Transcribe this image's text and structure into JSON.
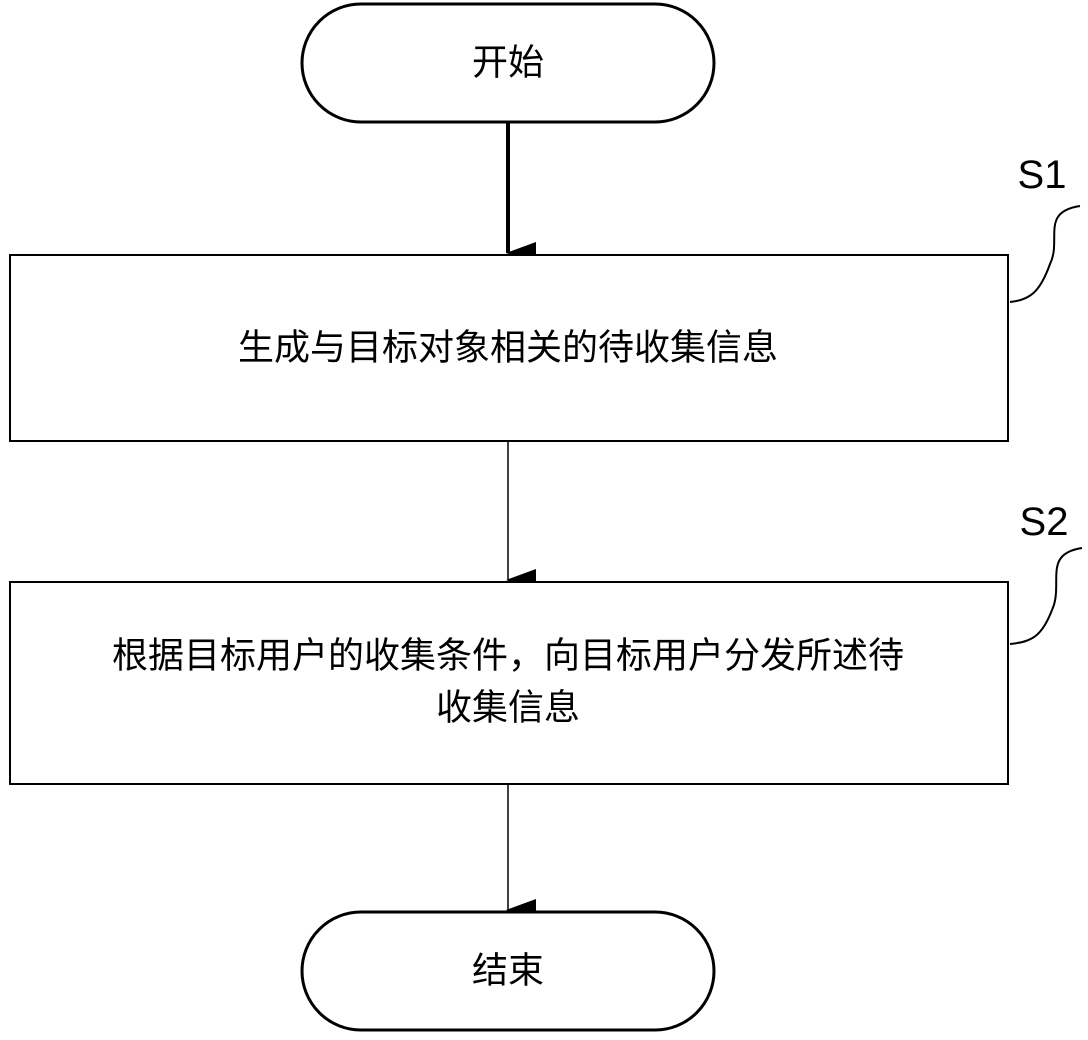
{
  "flowchart": {
    "start": {
      "label": "开始"
    },
    "steps": [
      {
        "id": "S1",
        "label": "S1",
        "lines": [
          "生成与目标对象相关的待收集信息"
        ]
      },
      {
        "id": "S2",
        "label": "S2",
        "lines": [
          "根据目标用户的收集条件，向目标用户分发所述待",
          "收集信息"
        ]
      }
    ],
    "end": {
      "label": "结束"
    }
  }
}
